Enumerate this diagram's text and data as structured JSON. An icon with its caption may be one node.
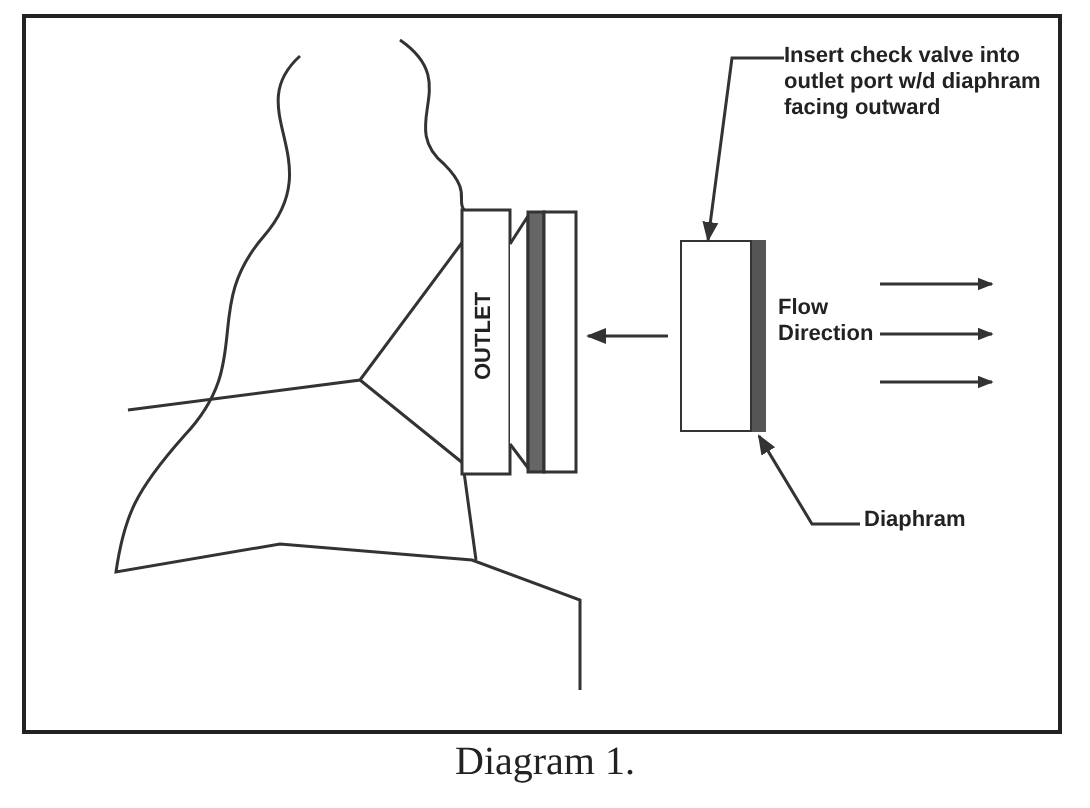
{
  "diagram": {
    "caption": "Diagram 1.",
    "nodes": [
      {
        "text": [
          "Insert check valve into outlet port w/d diaphram facing outward"
        ]
      },
      {
        "text": [],
        "shape": "box"
      },
      {
        "text": [
          "Diaphram"
        ]
      },
      {
        "text": [],
        "shape": "bar"
      },
      {
        "text": [
          "OUTLET"
        ]
      }
    ],
    "edges": [
      {
        "from": 0,
        "to": 1,
        "arrow": "to"
      },
      {
        "from": 2,
        "to": 3,
        "arrow": "to"
      },
      {
        "from": 1,
        "to": 4,
        "arrow": "to"
      }
    ],
    "labels": [
      "Flow Direction"
    ]
  }
}
